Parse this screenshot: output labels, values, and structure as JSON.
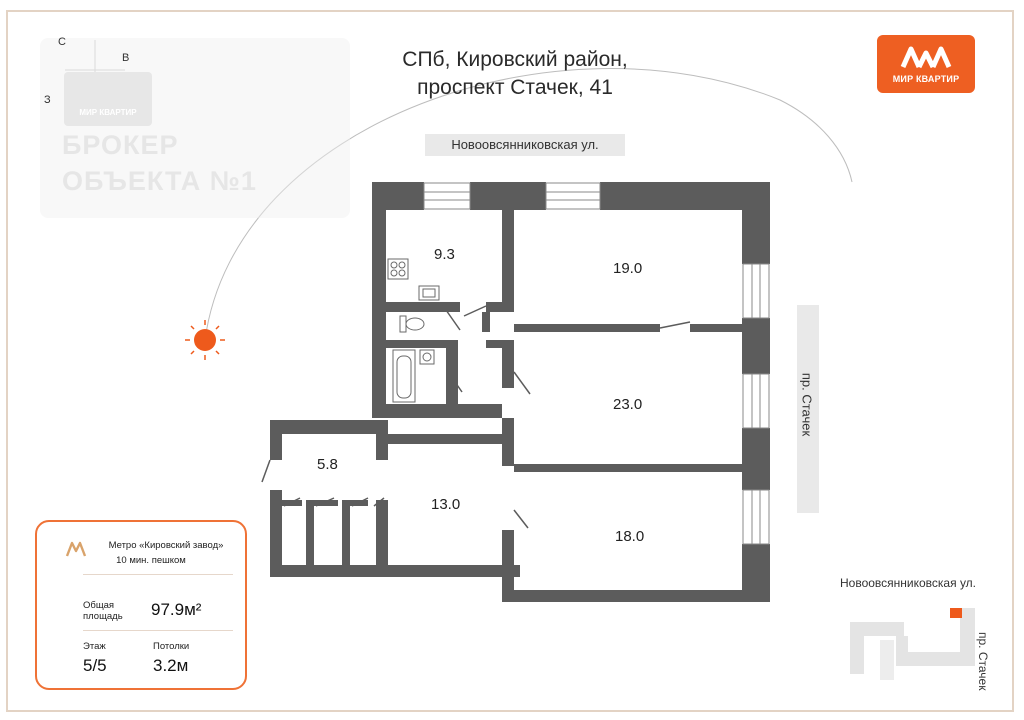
{
  "address": {
    "line1": "СПб, Кировский район,",
    "line2": "проспект Стачек, 41"
  },
  "streets": {
    "top": "Новоовсянниковская ул.",
    "right": "пр. Стачек"
  },
  "logo": {
    "text": "МИР КВАРТИР",
    "color": "#ee5f22"
  },
  "watermark": {
    "logo_text": "МИР КВАРТИР",
    "line1": "БРОКЕР",
    "line2": "ОБЪЕКТА №1"
  },
  "compass": {
    "north": "С",
    "east": "В",
    "west": "З"
  },
  "rooms": [
    {
      "id": "kitchen",
      "area": "9.3"
    },
    {
      "id": "room1",
      "area": "19.0"
    },
    {
      "id": "room2",
      "area": "23.0"
    },
    {
      "id": "hall",
      "area": "5.8"
    },
    {
      "id": "room3",
      "area": "13.0"
    },
    {
      "id": "room4",
      "area": "18.0"
    }
  ],
  "info": {
    "metro_name": "Метро «Кировский завод»",
    "metro_walk": "10 мин. пешком",
    "area_label_1": "Общая",
    "area_label_2": "площадь",
    "area_value": "97.9м²",
    "floor_label": "Этаж",
    "floor_value": "5/5",
    "ceiling_label": "Потолки",
    "ceiling_value": "3.2м"
  },
  "mini_map": {
    "street_top": "Новоовсянниковская ул.",
    "street_side": "пр. Стачек"
  },
  "colors": {
    "wall": "#5c5c5c",
    "accent": "#ef7236",
    "sun": "#ee5a1c"
  }
}
